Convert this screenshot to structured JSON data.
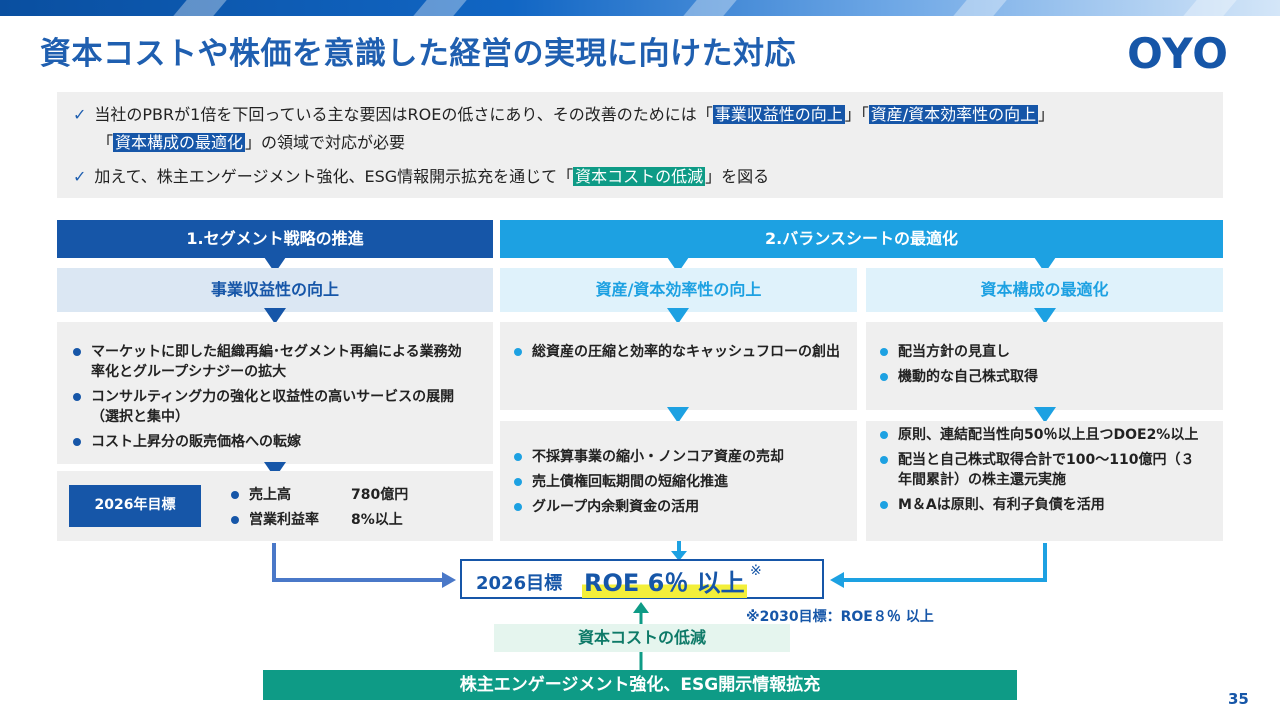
{
  "title": "資本コストや株価を意識した経営の実現に向けた対応",
  "logo": "OYO",
  "summary": {
    "line1_pre": "当社のPBRが1倍を下回っている主な要因はROEの低さにあり、その改善のためには「",
    "line1_h1": "事業収益性の向上",
    "line1_mid": "」「",
    "line1_h2": "資産/資本効率性の向上",
    "line1_post": "」",
    "line2_pre": "「",
    "line2_h1": "資本構成の最適化",
    "line2_post": "」の領域で対応が必要",
    "line3_pre": "加えて、株主エンゲージメント強化、ESG情報開示拡充を通じて「",
    "line3_h1": "資本コストの低減",
    "line3_post": "」を図る"
  },
  "sections": {
    "seg": "1.セグメント戦略の推進",
    "bs": "2.バランスシートの最適化"
  },
  "subs": {
    "profit": "事業収益性の向上",
    "efficiency": "資産/資本効率性の向上",
    "structure": "資本構成の最適化"
  },
  "profit_bullets": [
    "マーケットに即した組織再編･セグメント再編による業務効率化とグループシナジーの拡大",
    "コンサルティング力の強化と収益性の高いサービスの展開（選択と集中）",
    "コスト上昇分の販売価格への転嫁"
  ],
  "target": {
    "label": "2026年目標",
    "rows": [
      {
        "name": "売上高",
        "value": "780億円"
      },
      {
        "name": "営業利益率",
        "value": "8%以上"
      }
    ]
  },
  "efficiency_bullets_1": [
    "総資産の圧縮と効率的なキャッシュフローの創出"
  ],
  "efficiency_bullets_2": [
    "不採算事業の縮小・ノンコア資産の売却",
    "売上債権回転期間の短縮化推進",
    "グループ内余剰資金の活用"
  ],
  "structure_bullets_1": [
    "配当方針の見直し",
    "機動的な自己株式取得"
  ],
  "structure_bullets_2": [
    "原則、連結配当性向50％以上且つDOE2%以上",
    "配当と自己株式取得合計で100～110億円（３年間累計）の株主還元実施",
    "M＆Aは原則、有利子負債を活用"
  ],
  "roe": {
    "prefix": "2026目標",
    "value": "ROE 6％ 以上",
    "mark": "※",
    "note": "※2030目標：ROE８％ 以上"
  },
  "capital_cost": "資本コストの低減",
  "engagement": "株主エンゲージメント強化、ESG開示情報拡充",
  "page_number": "35",
  "colors": {
    "navy": "#1656a8",
    "cyan": "#1da1e2",
    "teal": "#0e9b86",
    "title": "#1f5fb0"
  }
}
